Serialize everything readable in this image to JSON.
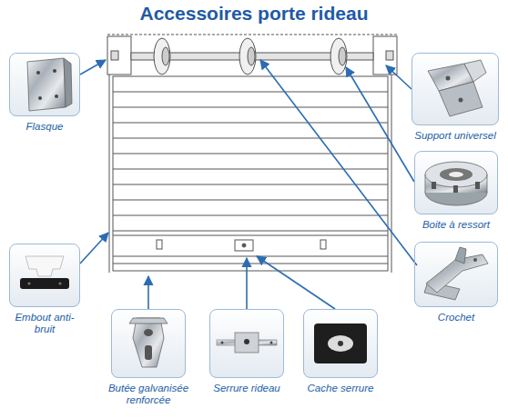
{
  "diagram": {
    "title": "Accessoires porte rideau",
    "nodes": [
      {
        "text": [
          "Flasque"
        ]
      },
      {
        "text": [
          "Support universel"
        ]
      },
      {
        "text": [
          "Boite à ressort"
        ]
      },
      {
        "text": [
          "Embout anti-bruit"
        ]
      },
      {
        "text": [
          "Crochet"
        ]
      },
      {
        "text": [
          "Butée galvanisée renforcée"
        ]
      },
      {
        "text": [
          "Serrure rideau"
        ]
      },
      {
        "text": [
          "Cache serrure"
        ]
      }
    ]
  }
}
